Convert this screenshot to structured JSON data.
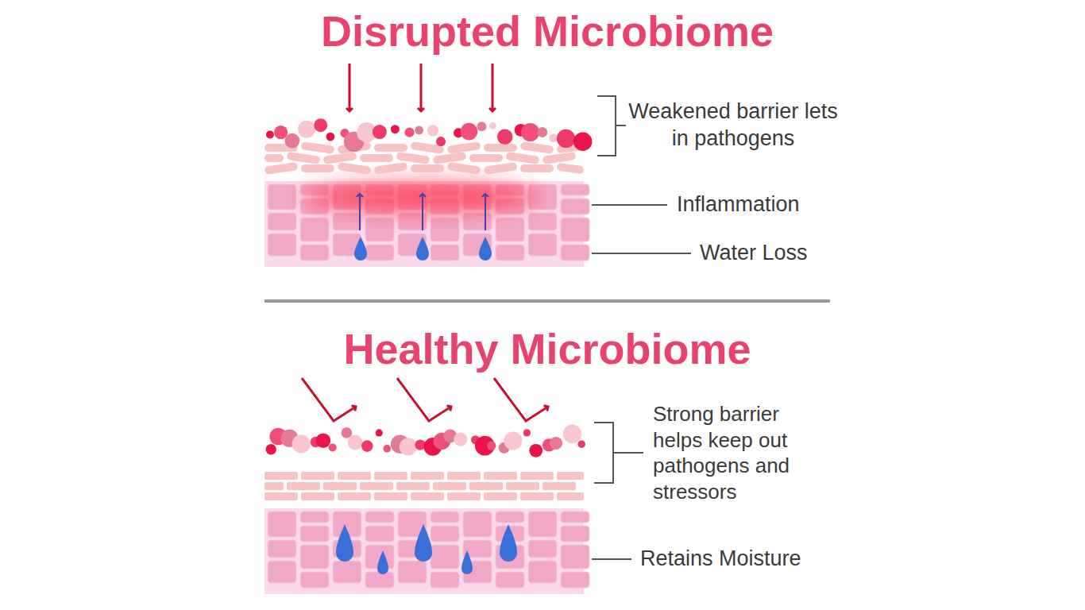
{
  "diagram": {
    "labels": [
      "Disrupted Microbiome",
      "Weakened barrier lets in pathogens",
      "Inflammation",
      "Water Loss",
      "Healthy Microbiome",
      "Strong barrier helps keep out pathogens and stressors",
      "Retains Moisture"
    ]
  }
}
